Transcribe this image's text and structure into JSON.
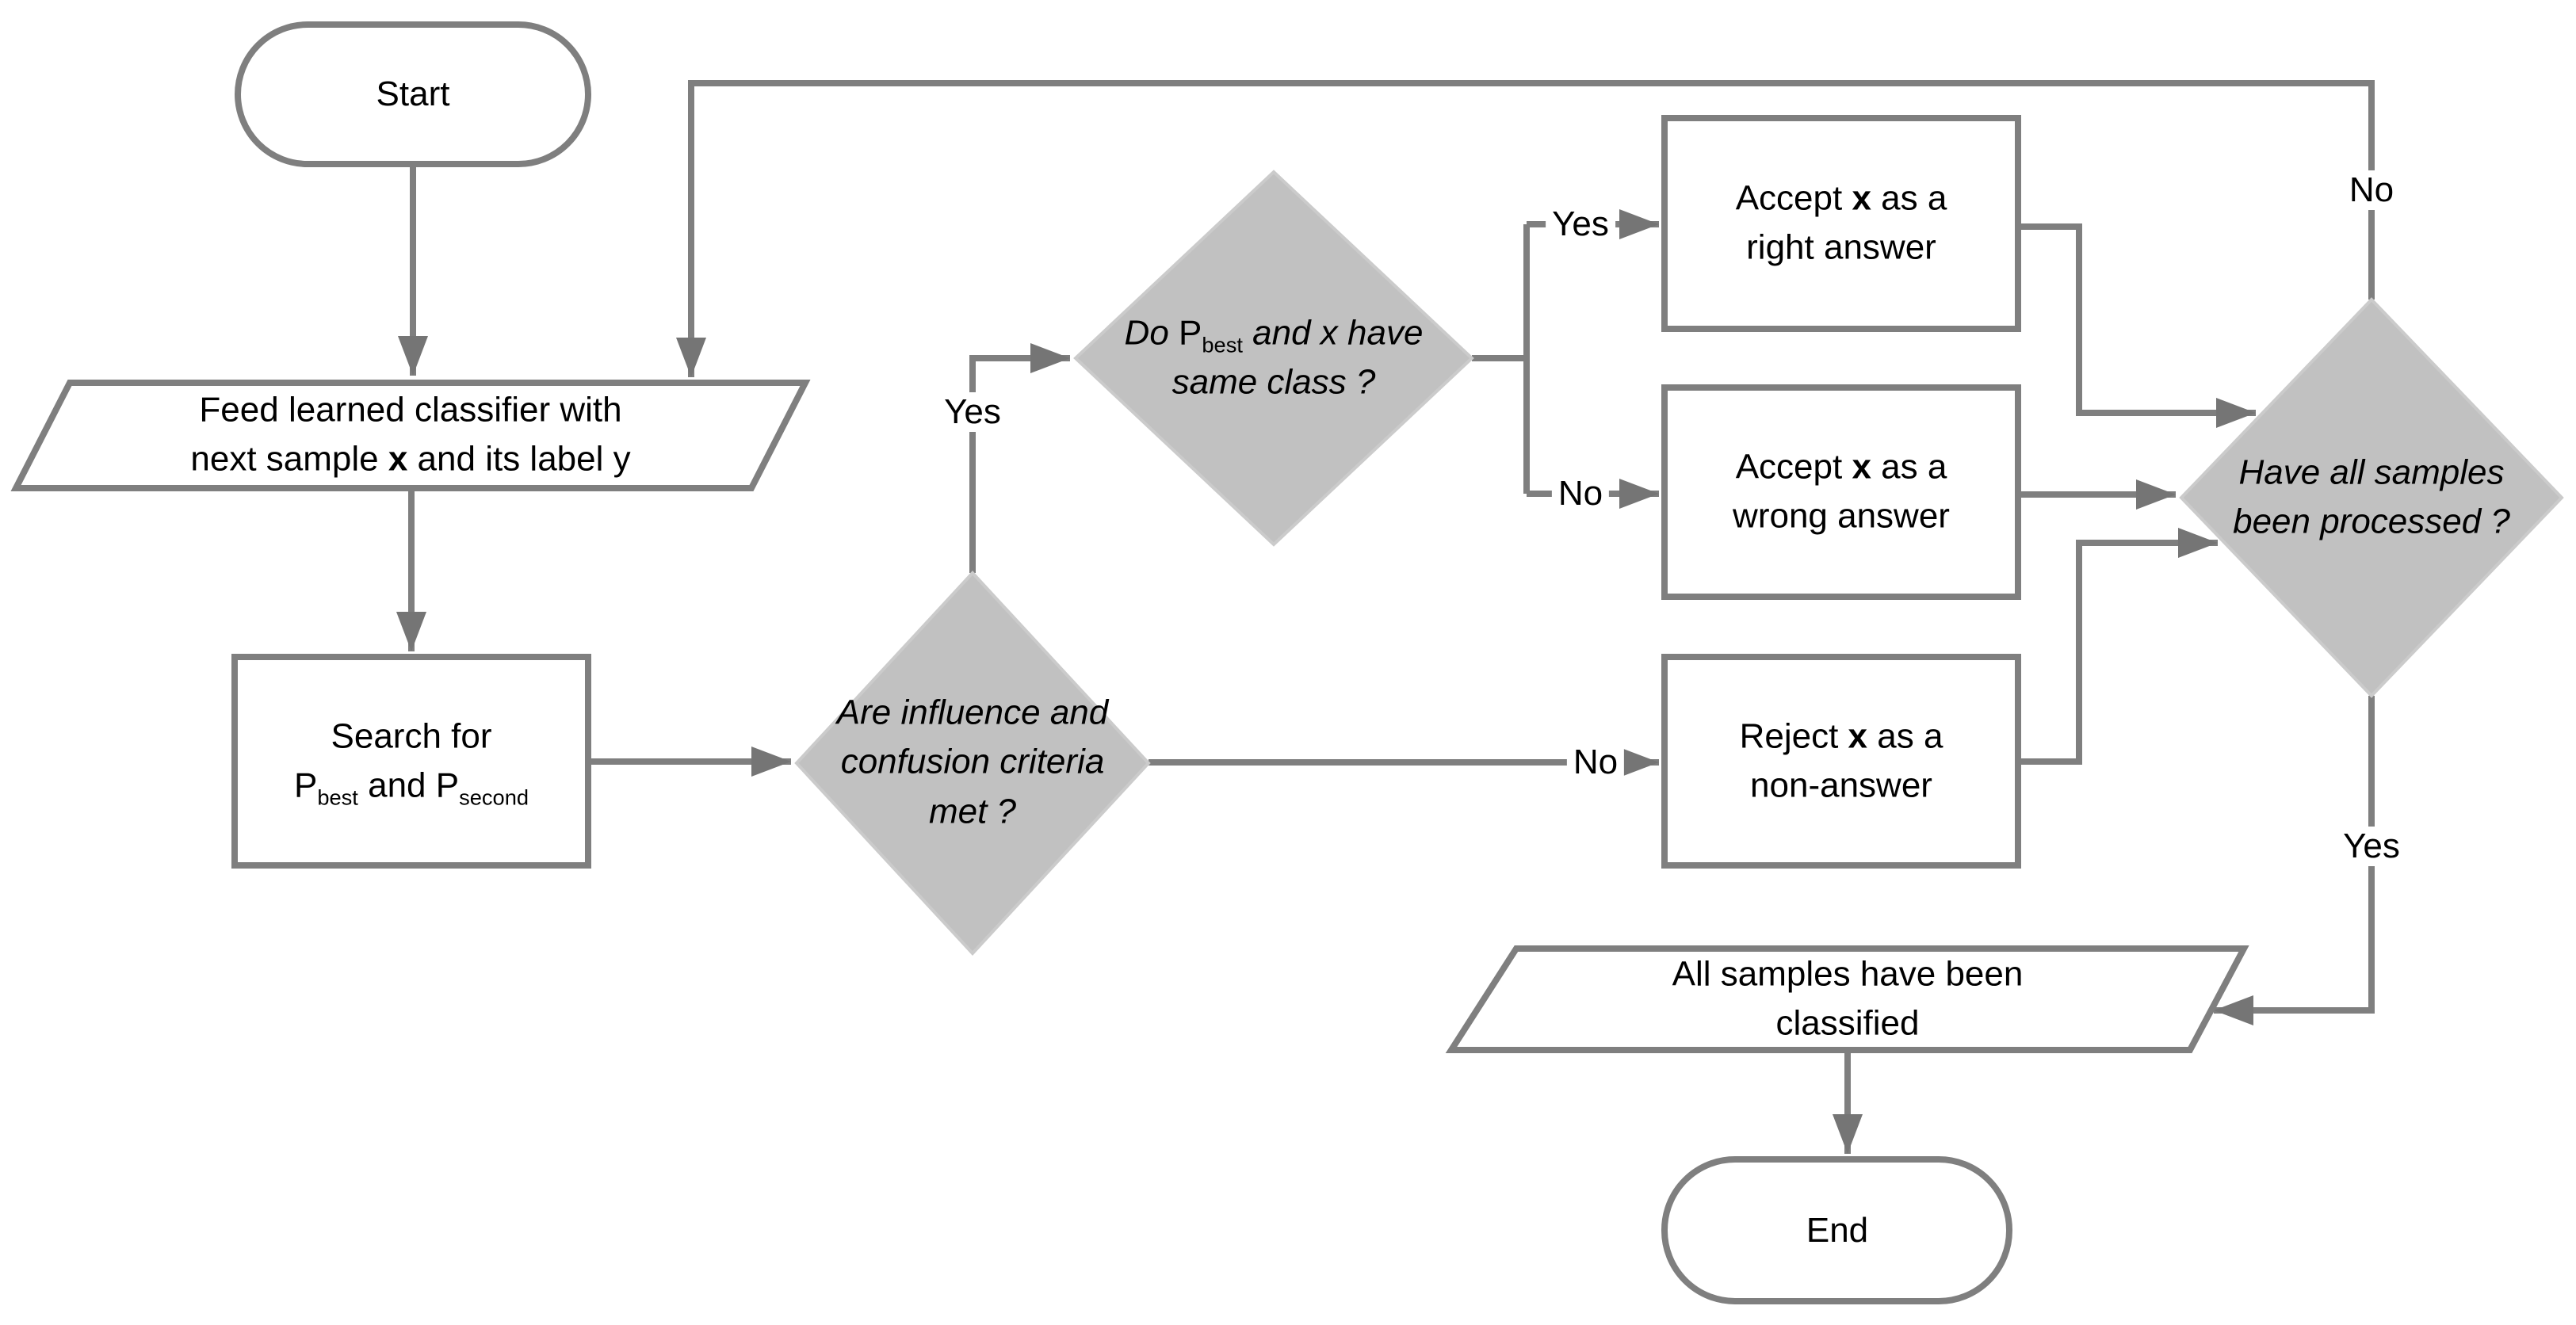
{
  "flowchart": {
    "nodes": {
      "start": {
        "label": "Start"
      },
      "feed": {
        "line1": "Feed learned classifier with",
        "line2_pre": "next sample ",
        "line2_bold": "x",
        "line2_post": " and its label y"
      },
      "search": {
        "line1": "Search for",
        "p_best": "P",
        "p_best_sub": "best",
        "joiner": " and ",
        "p_second": "P",
        "p_second_sub": "second"
      },
      "criteria_decision": {
        "line1": "Are influence and",
        "line2": "confusion criteria",
        "line3": "met ?"
      },
      "class_decision": {
        "line1_pre": "Do ",
        "p": "P",
        "p_sub": "best",
        "line1_post": " and x have",
        "line2": "same class ?"
      },
      "accept_right": {
        "line1_pre": "Accept ",
        "line1_bold": "x",
        "line1_post": " as a",
        "line2": "right answer"
      },
      "accept_wrong": {
        "line1_pre": "Accept ",
        "line1_bold": "x",
        "line1_post": " as a",
        "line2": "wrong answer"
      },
      "reject": {
        "line1_pre": "Reject ",
        "line1_bold": "x",
        "line1_post": " as a",
        "line2": "non-answer"
      },
      "processed_decision": {
        "line1": "Have all samples",
        "line2": "been processed ?"
      },
      "all_classified": {
        "line1": "All samples have been",
        "line2": "classified"
      },
      "end": {
        "label": "End"
      }
    },
    "edge_labels": {
      "criteria_yes": "Yes",
      "criteria_no": "No",
      "class_yes": "Yes",
      "class_no": "No",
      "processed_no": "No",
      "processed_yes": "Yes"
    },
    "colors": {
      "line": "#7F7F7F",
      "arrowhead": "#757575",
      "decision_fill": "#C1C1C1",
      "decision_border": "#CBCBCB",
      "shape_fill": "#FFFFFF",
      "shape_border": "#7F7F7F",
      "text": "#000000",
      "background": "#FFFFFF"
    }
  }
}
